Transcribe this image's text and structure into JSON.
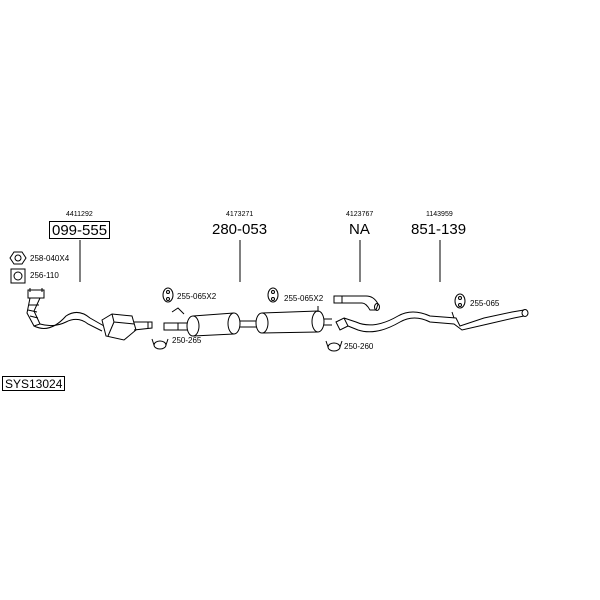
{
  "system_code": "SYS13024",
  "groups": [
    {
      "oe": "4411292",
      "part": "099-555"
    },
    {
      "oe": "4173271",
      "part": "280-053"
    },
    {
      "oe": "4123767",
      "part": "NA"
    },
    {
      "oe": "1143959",
      "part": "851-139"
    }
  ],
  "accessories": [
    {
      "code": "258-040X4",
      "icon": "nut-icon"
    },
    {
      "code": "256-110",
      "icon": "gasket-icon"
    },
    {
      "code": "255-065X2",
      "icon": "rubber-hanger-icon"
    },
    {
      "code": "250-265",
      "icon": "clamp-icon"
    },
    {
      "code": "255-065X2",
      "icon": "rubber-hanger-icon"
    },
    {
      "code": "250-260",
      "icon": "clamp-icon"
    },
    {
      "code": "255-065",
      "icon": "rubber-hanger-icon"
    }
  ]
}
